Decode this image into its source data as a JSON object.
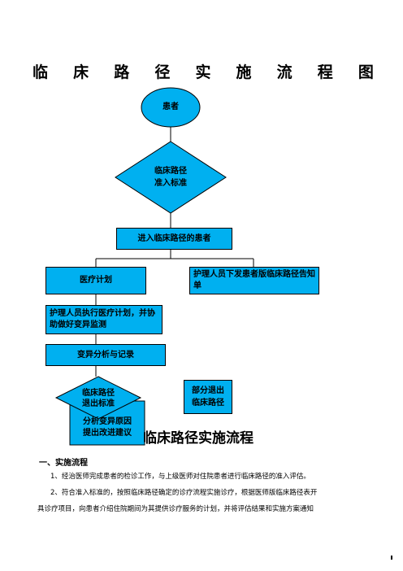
{
  "title_chars": [
    "临",
    "床",
    "路",
    "径",
    "实",
    "施",
    "流",
    "程",
    "图"
  ],
  "colors": {
    "node_fill": "#00b0f0",
    "stroke": "#000000"
  },
  "nodes": {
    "patient": "患者",
    "criteria": "临床路径\n准入标准",
    "entered": "进入临床路径的患者",
    "medical_plan": "医疗计划",
    "nurse_notice": "护理人员下发患者版临床路径告知单",
    "nurse_execute": "护理人员执行医疗计划，并协助做好变异监测",
    "variance": "变异分析与记录",
    "exit_criteria": "临床路径\n退出标准",
    "partial_exit": "部分退出\n临床路径",
    "analyze_cause": "分析变异原因\n提出改进建议"
  },
  "subtitle": "临床路径实施流程",
  "section_heading": "一、实施流程",
  "paragraphs": [
    "1、经治医师完成患者的检诊工作，与上级医师对住院患者进行临床路径的准入评估。",
    "2、符合准入标准的，按照临床路径确定的诊疗流程实施诊疗，根据医师版临床路径表开",
    "具诊疗项目，向患者介绍住院期间为其提供诊疗服务的计划，并将评估结果和实施方案通知"
  ]
}
